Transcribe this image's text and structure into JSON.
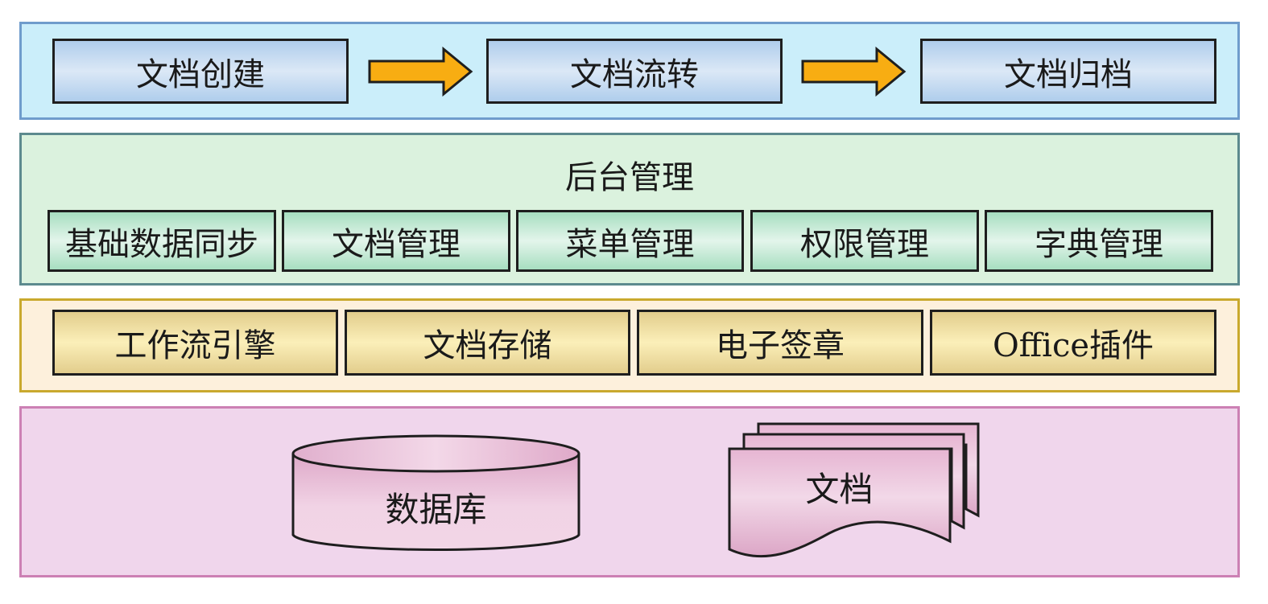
{
  "process_layer": {
    "steps": [
      {
        "label": "文档创建"
      },
      {
        "label": "文档流转"
      },
      {
        "label": "文档归档"
      }
    ],
    "arrow_color": "#f8ad12"
  },
  "management_layer": {
    "title": "后台管理",
    "modules": [
      {
        "label": "基础数据同步"
      },
      {
        "label": "文档管理"
      },
      {
        "label": "菜单管理"
      },
      {
        "label": "权限管理"
      },
      {
        "label": "字典管理"
      }
    ]
  },
  "service_layer": {
    "components": [
      {
        "label": "工作流引擎"
      },
      {
        "label": "文档存储"
      },
      {
        "label": "电子签章"
      },
      {
        "label": "Office插件"
      }
    ]
  },
  "data_layer": {
    "database_label": "数据库",
    "documents_label": "文档"
  },
  "colors": {
    "process_bg": "#cbeefa",
    "management_bg": "#dbf2de",
    "service_bg": "#fdf0dc",
    "data_bg": "#f0d6ec"
  }
}
